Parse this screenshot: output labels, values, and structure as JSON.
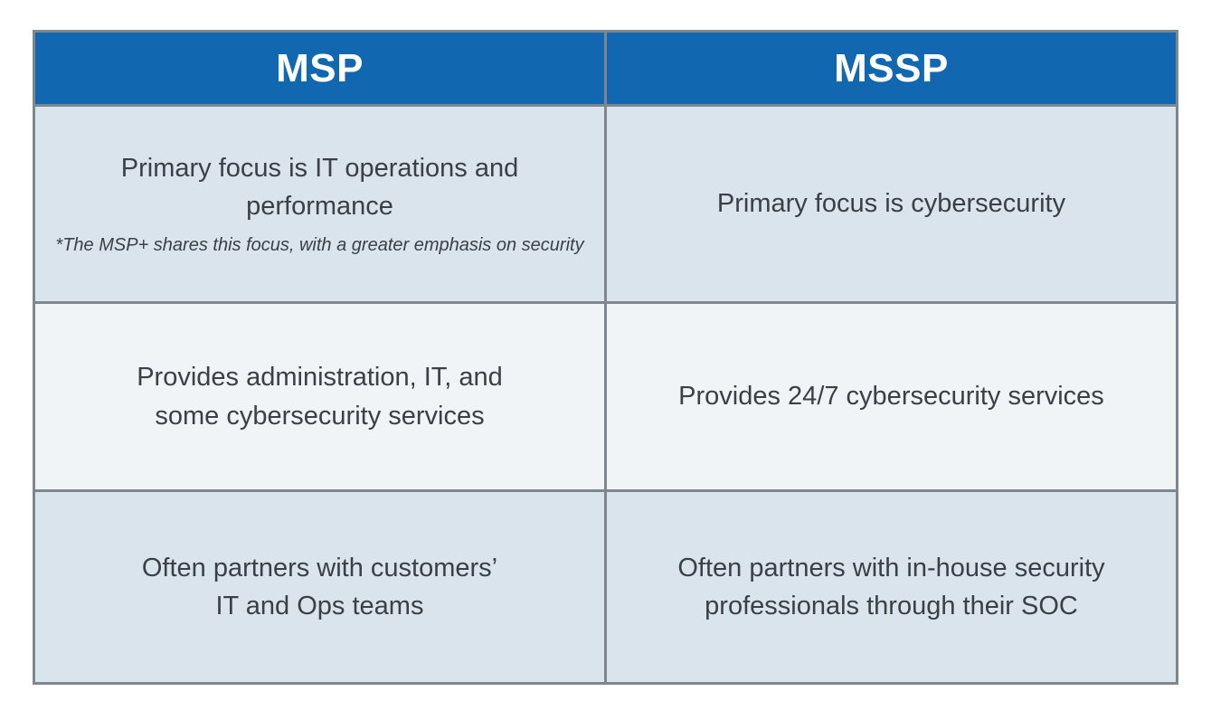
{
  "table": {
    "headers": [
      "MSP",
      "MSSP"
    ],
    "rows": [
      {
        "msp": "Primary focus is IT operations and\nperformance",
        "msp_note": "*The MSP+ shares this focus, with a greater emphasis on security",
        "mssp": "Primary focus is cybersecurity"
      },
      {
        "msp": "Provides administration, IT, and\nsome cybersecurity services",
        "mssp": "Provides 24/7 cybersecurity services"
      },
      {
        "msp": "Often partners with customers’\nIT and Ops teams",
        "mssp": "Often partners with in-house security\nprofessionals through their SOC"
      }
    ],
    "colors": {
      "header_bg": "#1268b0",
      "header_text": "#ffffff",
      "row_odd_bg": "#d9e4ec",
      "row_even_bg": "#f0f4f7",
      "border": "#7e868e",
      "body_text": "#3a4046",
      "page_bg": "#ffffff"
    }
  }
}
